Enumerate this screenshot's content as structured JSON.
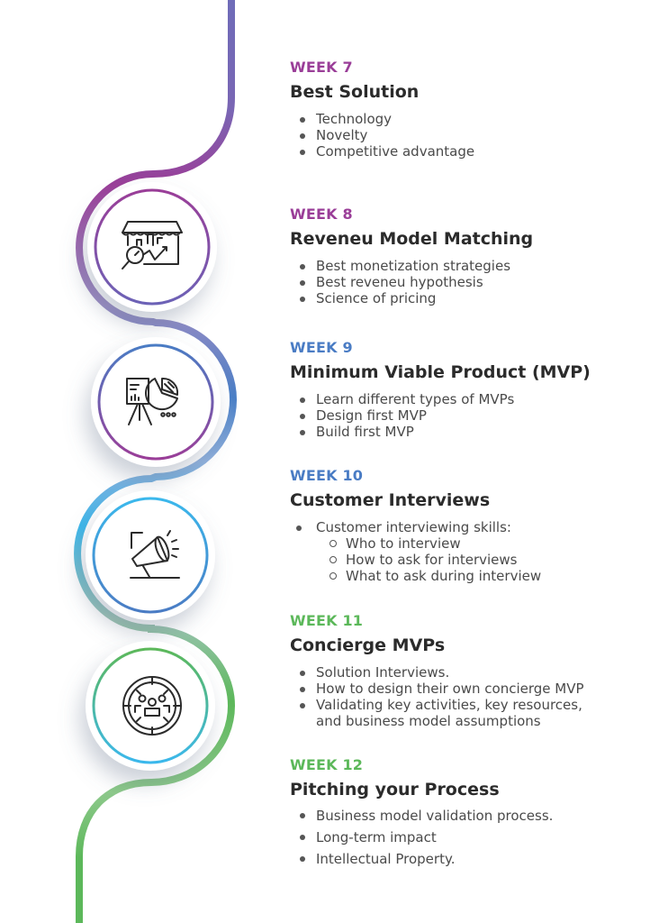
{
  "colors": {
    "purple": "#9a3e98",
    "violet": "#6f6cb8",
    "blue": "#4a7cc4",
    "cyan": "#3bb8ec",
    "green": "#5cb85a",
    "title": "#2b2b2b",
    "text": "#4a4a4a"
  },
  "icons": [
    "market-analysis-icon",
    "presentation-chart-icon",
    "megaphone-icon",
    "target-audience-icon"
  ],
  "weeks": [
    {
      "label": "WEEK 7",
      "color": "#9a3e98",
      "title": "Best Solution",
      "bullets": [
        {
          "text": "Technology"
        },
        {
          "text": "Novelty"
        },
        {
          "text": "Competitive advantage"
        }
      ]
    },
    {
      "label": "WEEK 8",
      "color": "#9a3e98",
      "title": "Reveneu Model Matching",
      "bullets": [
        {
          "text": "Best monetization strategies"
        },
        {
          "text": "Best reveneu hypothesis"
        },
        {
          "text": "Science of pricing"
        }
      ]
    },
    {
      "label": "WEEK 9",
      "color": "#4a7cc4",
      "title": "Minimum Viable Product (MVP)",
      "bullets": [
        {
          "text": "Learn different types of MVPs"
        },
        {
          "text": "Design first MVP"
        },
        {
          "text": "Build first MVP"
        }
      ]
    },
    {
      "label": "WEEK 10",
      "color": "#4a7cc4",
      "title": "Customer Interviews",
      "bullets": [
        {
          "text": "Customer interviewing skills:",
          "sub": [
            "Who to interview",
            "How to ask for interviews",
            "What to ask during interview"
          ]
        }
      ]
    },
    {
      "label": "WEEK 11",
      "color": "#5cb85a",
      "title": "Concierge MVPs",
      "bullets": [
        {
          "text": "Solution Interviews."
        },
        {
          "text": "How to design their own concierge MVP"
        },
        {
          "text": "Validating key activities, key resources,"
        },
        {
          "text": "and business model assumptions",
          "continuation": true
        }
      ]
    },
    {
      "label": "WEEK 12",
      "color": "#5cb85a",
      "title": "Pitching your Process",
      "bullets": [
        {
          "text": "Business model validation process."
        },
        {
          "text": "Long-term impact"
        },
        {
          "text": "Intellectual Property."
        }
      ]
    }
  ]
}
